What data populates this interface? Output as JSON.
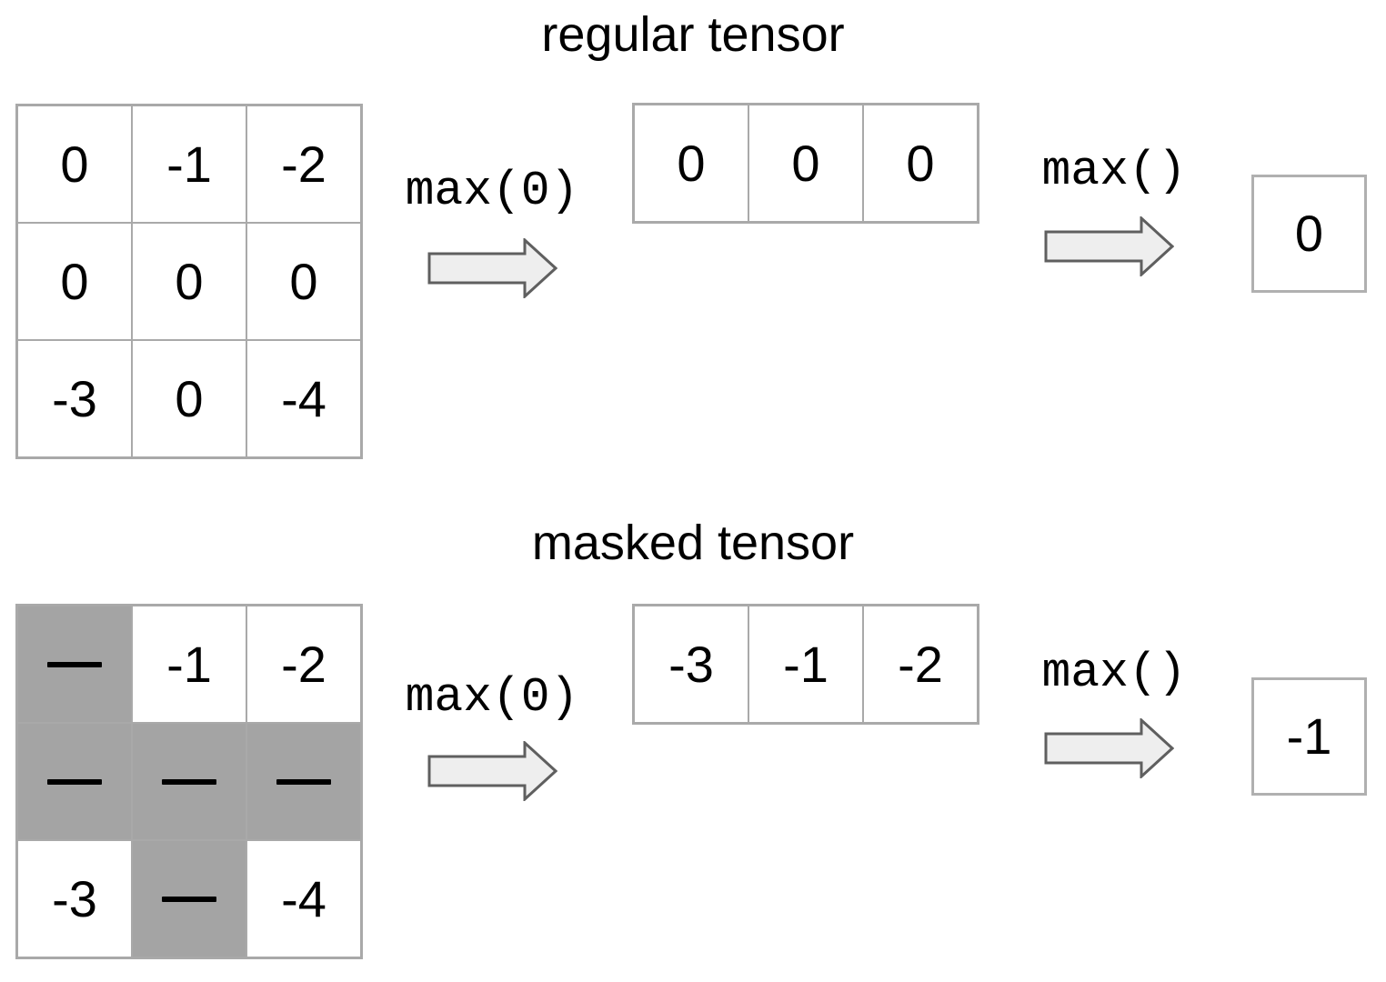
{
  "colors": {
    "grid_border": "#a9a9a9",
    "mask_fill": "#a4a4a4",
    "arrow_fill": "#eeeeee",
    "arrow_stroke": "#5f5f5f",
    "text": "#000000"
  },
  "sections": [
    {
      "title": "regular tensor",
      "op_dim_label": "max(0)",
      "op_all_label": "max()",
      "matrix": [
        [
          {
            "v": "0",
            "masked": false
          },
          {
            "v": "-1",
            "masked": false
          },
          {
            "v": "-2",
            "masked": false
          }
        ],
        [
          {
            "v": "0",
            "masked": false
          },
          {
            "v": "0",
            "masked": false
          },
          {
            "v": "0",
            "masked": false
          }
        ],
        [
          {
            "v": "-3",
            "masked": false
          },
          {
            "v": "0",
            "masked": false
          },
          {
            "v": "-4",
            "masked": false
          }
        ]
      ],
      "vector": [
        {
          "v": "0",
          "masked": false
        },
        {
          "v": "0",
          "masked": false
        },
        {
          "v": "0",
          "masked": false
        }
      ],
      "result": {
        "v": "0"
      }
    },
    {
      "title": "masked tensor",
      "op_dim_label": "max(0)",
      "op_all_label": "max()",
      "matrix": [
        [
          {
            "v": "",
            "masked": true
          },
          {
            "v": "-1",
            "masked": false
          },
          {
            "v": "-2",
            "masked": false
          }
        ],
        [
          {
            "v": "",
            "masked": true
          },
          {
            "v": "",
            "masked": true
          },
          {
            "v": "",
            "masked": true
          }
        ],
        [
          {
            "v": "-3",
            "masked": false
          },
          {
            "v": "",
            "masked": true
          },
          {
            "v": "-4",
            "masked": false
          }
        ]
      ],
      "vector": [
        {
          "v": "-3",
          "masked": false
        },
        {
          "v": "-1",
          "masked": false
        },
        {
          "v": "-2",
          "masked": false
        }
      ],
      "result": {
        "v": "-1"
      }
    }
  ]
}
